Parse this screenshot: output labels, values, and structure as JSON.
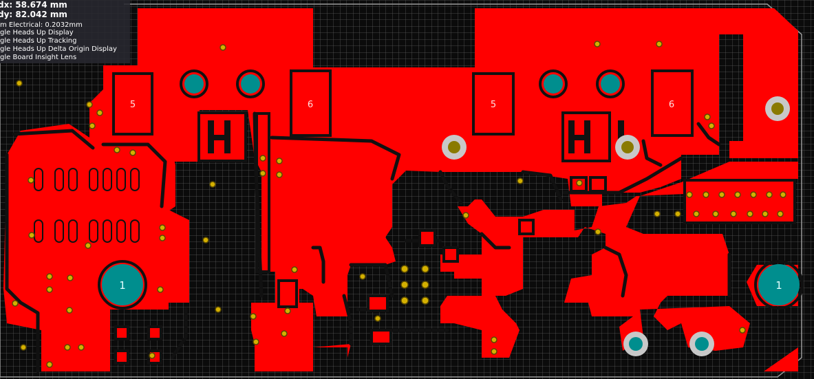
{
  "hud": {
    "dx": "dx: 58.674 mm",
    "dy": "dy: 82.042 mm",
    "clearance": "m Electrical: 0.2032mm",
    "shortcuts": [
      "gle Heads Up Display",
      "gle Heads Up Tracking",
      "gle Heads Up Delta Origin Display",
      "gle Board Insight Lens"
    ]
  },
  "pads": {
    "left_5": "5",
    "left_6": "6",
    "right_5": "5",
    "right_6": "6",
    "left_1": "1",
    "right_1": "1"
  },
  "colors": {
    "copper": "#ff0000",
    "grid": "#5a5a5a",
    "background": "#0b0b0b",
    "via_ring": "#ffd700",
    "via_hole": "#7a6a00",
    "plated_hole": "#008e8e",
    "mount_ring": "#c8c8c8"
  }
}
